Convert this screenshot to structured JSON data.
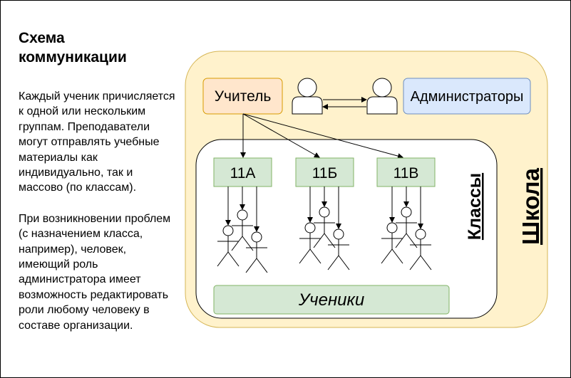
{
  "sidebar": {
    "title": "Схема коммуникации",
    "paragraph_1": "Каждый ученик причисляется к одной или нескольким группам. Преподаватели могут отправлять учебные материалы как индивидуально, так и массово (по классам).",
    "paragraph_2": "При возникновении проблем (с назначением класса, например), человек, имеющий роль администратора имеет возможность редактировать роли любому человеку в составе организации."
  },
  "diagram": {
    "school_label": "Школа",
    "classes_label": "Классы",
    "teacher_label": "Учитель",
    "admins_label": "Администраторы",
    "students_label": "Ученики",
    "class_labels": [
      "11А",
      "11Б",
      "11В"
    ]
  },
  "colors": {
    "school_fill": "#fff2cc",
    "school_stroke": "#d6b656",
    "teacher_fill": "#ffe6cc",
    "teacher_stroke": "#d79b00",
    "admins_fill": "#dae8fc",
    "admins_stroke": "#6c8ebf",
    "class_fill": "#d5e8d4",
    "class_stroke": "#82b366"
  }
}
